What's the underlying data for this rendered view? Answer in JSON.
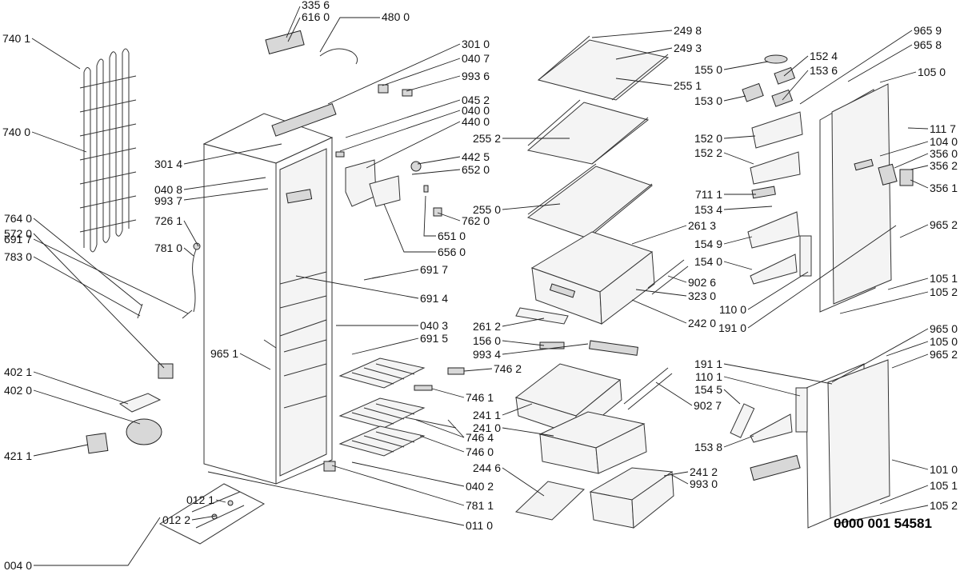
{
  "document_number": "0000 001 54581",
  "labels": [
    {
      "id": "l7401",
      "text": "740 1"
    },
    {
      "id": "l7400",
      "text": "740 0"
    },
    {
      "id": "l3014",
      "text": "301 4"
    },
    {
      "id": "l0408",
      "text": "040 8"
    },
    {
      "id": "l9937",
      "text": "993 7"
    },
    {
      "id": "l7261",
      "text": "726 1"
    },
    {
      "id": "l7810",
      "text": "781 0"
    },
    {
      "id": "l6917a",
      "text": "691 7"
    },
    {
      "id": "l7830",
      "text": "783 0"
    },
    {
      "id": "l7640",
      "text": "764 0"
    },
    {
      "id": "l5720",
      "text": "572 0"
    },
    {
      "id": "l9651a",
      "text": "965 1"
    },
    {
      "id": "l4021",
      "text": "402 1"
    },
    {
      "id": "l4020",
      "text": "402 0"
    },
    {
      "id": "l4211",
      "text": "421 1"
    },
    {
      "id": "l0121",
      "text": "012 1"
    },
    {
      "id": "l0122",
      "text": "012 2"
    },
    {
      "id": "l0040",
      "text": "004 0"
    },
    {
      "id": "l3356",
      "text": "335 6"
    },
    {
      "id": "l6160",
      "text": "616 0"
    },
    {
      "id": "l4800",
      "text": "480 0"
    },
    {
      "id": "l3010",
      "text": "301 0"
    },
    {
      "id": "l0407",
      "text": "040 7"
    },
    {
      "id": "l9936",
      "text": "993 6"
    },
    {
      "id": "l0452",
      "text": "045 2"
    },
    {
      "id": "l0400",
      "text": "040 0"
    },
    {
      "id": "l4400",
      "text": "440 0"
    },
    {
      "id": "l4425",
      "text": "442 5"
    },
    {
      "id": "l6520",
      "text": "652 0"
    },
    {
      "id": "l7620",
      "text": "762 0"
    },
    {
      "id": "l6510",
      "text": "651 0"
    },
    {
      "id": "l6560",
      "text": "656 0"
    },
    {
      "id": "l6917b",
      "text": "691 7"
    },
    {
      "id": "l6914",
      "text": "691 4"
    },
    {
      "id": "l0403",
      "text": "040 3"
    },
    {
      "id": "l6915",
      "text": "691 5"
    },
    {
      "id": "l7462",
      "text": "746 2"
    },
    {
      "id": "l7461",
      "text": "746 1"
    },
    {
      "id": "l7464",
      "text": "746 4"
    },
    {
      "id": "l7460",
      "text": "746 0"
    },
    {
      "id": "l0402",
      "text": "040 2"
    },
    {
      "id": "l7811",
      "text": "781 1"
    },
    {
      "id": "l0110",
      "text": "011 0"
    },
    {
      "id": "l2498",
      "text": "249 8"
    },
    {
      "id": "l2493",
      "text": "249 3"
    },
    {
      "id": "l2551",
      "text": "255 1"
    },
    {
      "id": "l2552",
      "text": "255 2"
    },
    {
      "id": "l2550",
      "text": "255 0"
    },
    {
      "id": "l2613",
      "text": "261 3"
    },
    {
      "id": "l9026",
      "text": "902 6"
    },
    {
      "id": "l3230",
      "text": "323 0"
    },
    {
      "id": "l2420",
      "text": "242 0"
    },
    {
      "id": "l2612",
      "text": "261 2"
    },
    {
      "id": "l1560",
      "text": "156 0"
    },
    {
      "id": "l9934",
      "text": "993 4"
    },
    {
      "id": "l2411",
      "text": "241 1"
    },
    {
      "id": "l2410",
      "text": "241 0"
    },
    {
      "id": "l9027",
      "text": "902 7"
    },
    {
      "id": "l2446",
      "text": "244 6"
    },
    {
      "id": "l2412",
      "text": "241 2"
    },
    {
      "id": "l9930",
      "text": "993 0"
    },
    {
      "id": "l1550",
      "text": "155 0"
    },
    {
      "id": "l1530",
      "text": "153 0"
    },
    {
      "id": "l1524",
      "text": "152 4"
    },
    {
      "id": "l1536",
      "text": "153 6"
    },
    {
      "id": "l1520",
      "text": "152 0"
    },
    {
      "id": "l1522",
      "text": "152 2"
    },
    {
      "id": "l7111",
      "text": "711 1"
    },
    {
      "id": "l1534",
      "text": "153 4"
    },
    {
      "id": "l1549",
      "text": "154 9"
    },
    {
      "id": "l1540",
      "text": "154 0"
    },
    {
      "id": "l1100",
      "text": "110 0"
    },
    {
      "id": "l1910",
      "text": "191 0"
    },
    {
      "id": "l1911",
      "text": "191 1"
    },
    {
      "id": "l1101",
      "text": "110 1"
    },
    {
      "id": "l1545",
      "text": "154 5"
    },
    {
      "id": "l1538",
      "text": "153 8"
    },
    {
      "id": "l9659",
      "text": "965 9"
    },
    {
      "id": "l9658",
      "text": "965 8"
    },
    {
      "id": "l1050a",
      "text": "105 0"
    },
    {
      "id": "l1117",
      "text": "111 7"
    },
    {
      "id": "l1040",
      "text": "104 0"
    },
    {
      "id": "l3560",
      "text": "356 0"
    },
    {
      "id": "l3562",
      "text": "356 2"
    },
    {
      "id": "l3561",
      "text": "356 1"
    },
    {
      "id": "l9652a",
      "text": "965 2"
    },
    {
      "id": "l1051a",
      "text": "105 1"
    },
    {
      "id": "l1052a",
      "text": "105 2"
    },
    {
      "id": "l9650",
      "text": "965 0"
    },
    {
      "id": "l1050b",
      "text": "105 0"
    },
    {
      "id": "l9652b",
      "text": "965 2"
    },
    {
      "id": "l1010",
      "text": "101 0"
    },
    {
      "id": "l1051b",
      "text": "105 1"
    },
    {
      "id": "l1052b",
      "text": "105 2"
    }
  ]
}
